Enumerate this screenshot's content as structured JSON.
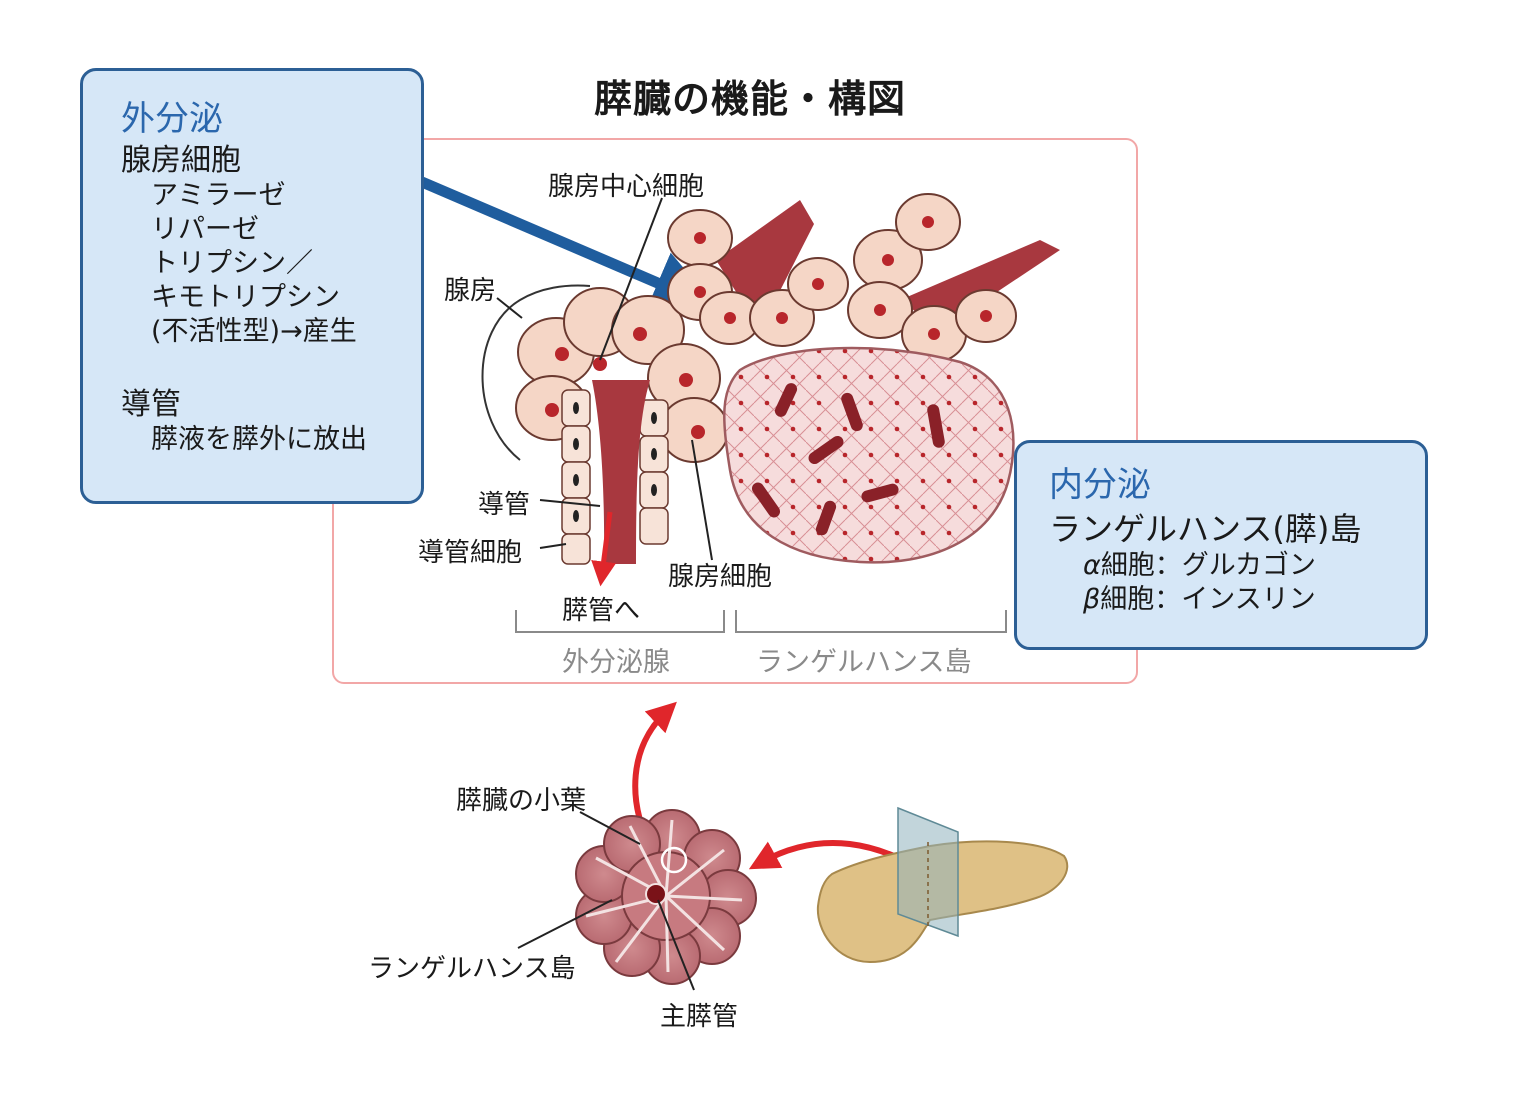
{
  "title": "膵臓の機能・構図",
  "exocrine": {
    "heading": "外分泌",
    "acinar_title": "腺房細胞",
    "enzymes": [
      "アミラーゼ",
      "リパーゼ",
      "トリプシン／",
      "キモトリプシン",
      "(不活性型)→産生"
    ],
    "duct_title": "導管",
    "duct_desc": "膵液を膵外に放出"
  },
  "endocrine": {
    "heading": "内分泌",
    "islet_title": "ランゲルハンス(膵)島",
    "cells": [
      {
        "greek": "α",
        "text": "細胞：グルカゴン"
      },
      {
        "greek": "β",
        "text": "細胞：インスリン"
      }
    ]
  },
  "diagram_labels": {
    "centroacinar": "腺房中心細胞",
    "acinus": "腺房",
    "duct": "導管",
    "duct_cell": "導管細胞",
    "to_pancreatic_duct": "膵管へ",
    "acinar_cell": "腺房細胞",
    "exocrine_gland": "外分泌腺",
    "islet_of_langerhans": "ランゲルハンス島"
  },
  "lobule_labels": {
    "lobule": "膵臓の小葉",
    "islet": "ランゲルハンス島",
    "main_duct": "主膵管"
  },
  "colors": {
    "panel_fill": "#d6e7f7",
    "panel_border": "#2c5f95",
    "heading_blue": "#2b67ad",
    "arrow_blue": "#1f5d9e",
    "arrow_red": "#e0262b",
    "frame_pink": "#f2a7a7",
    "cell_fill": "#f5d6c6",
    "nucleus": "#b8262b",
    "duct_red": "#a8383f",
    "pancreas_tan": "#dfc186"
  }
}
